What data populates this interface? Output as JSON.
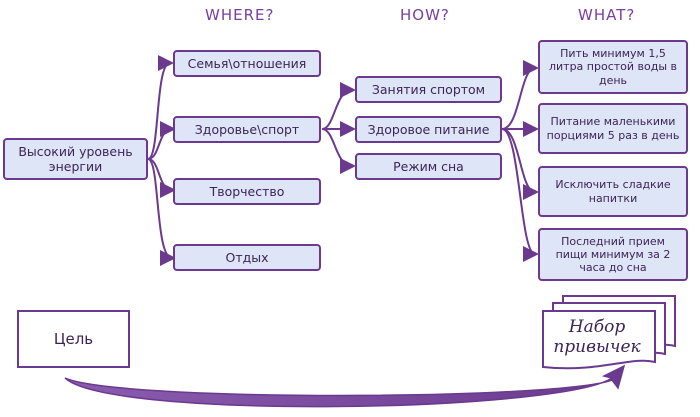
{
  "headers": {
    "where": "WHERE?",
    "how": "HOW?",
    "what": "WHAT?"
  },
  "root": "Высокий уровень энергии",
  "where": [
    "Семья\\отношения",
    "Здоровье\\спорт",
    "Творчество",
    "Отдых"
  ],
  "how": [
    "Занятия спортом",
    "Здоровое питание",
    "Режим сна"
  ],
  "what": [
    "Пить минимум 1,5 литра простой воды в день",
    "Питание маленькими порциями 5 раз в день",
    "Исключить сладкие напитки",
    "Последний прием пищи минимум за 2 часа до сна"
  ],
  "goal": "Цель",
  "habits": "Набор привычек",
  "colors": {
    "accent": "#6b3a8e",
    "box_fill": "#dde5f6",
    "header": "#7a3fa0"
  }
}
